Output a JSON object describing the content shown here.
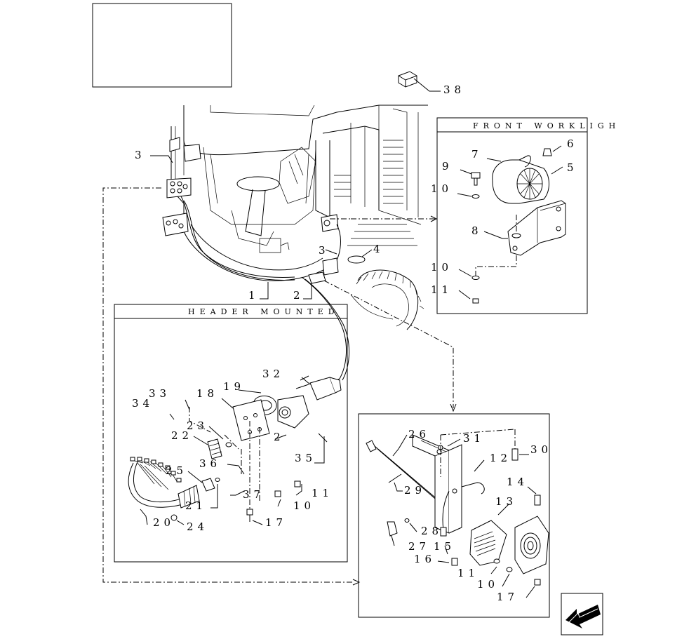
{
  "panels": {
    "front_worklight": {
      "title": "FRONT WORKLIGH"
    },
    "header_mounted": {
      "title": "HEADER MOUNTED"
    }
  },
  "callouts": {
    "c38": "38",
    "c3a": "3",
    "c3b": "3",
    "c4": "4",
    "c1": "1",
    "c2a": "2",
    "fw": {
      "c6": "6",
      "c7": "7",
      "c5": "5",
      "c9": "9",
      "c10a": "10",
      "c8": "8",
      "c10b": "10",
      "c11": "11"
    },
    "hm": {
      "c32": "32",
      "c19": "19",
      "c33": "33",
      "c18": "18",
      "c34": "34",
      "c23": "23",
      "c22": "22",
      "c2": "2",
      "c35": "35",
      "c25": "25",
      "c36": "36",
      "c21": "21",
      "c37": "37",
      "c11": "11",
      "c10": "10",
      "c20": "20",
      "c24": "24",
      "c17": "17"
    },
    "rl": {
      "c26": "26",
      "c31": "31",
      "c12": "12",
      "c30": "30",
      "c14": "14",
      "c29": "29",
      "c13": "13",
      "c28": "28",
      "c27": "27",
      "c15": "15",
      "c16": "16",
      "c11": "11",
      "c10": "10",
      "c17": "17"
    }
  },
  "icons": {
    "nav_arrow": "arrow-back-icon"
  }
}
